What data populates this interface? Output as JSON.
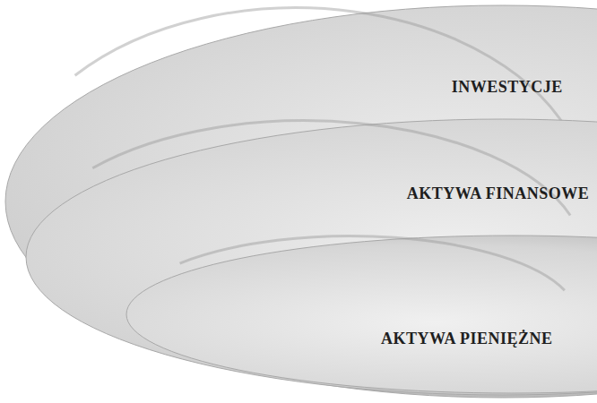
{
  "diagram": {
    "nodes": [
      {
        "text": [
          "INWESTYCJE"
        ]
      },
      {
        "text": [
          "AKTYWA FINANSOWE"
        ],
        "in": 0
      },
      {
        "text": [
          "AKTYWA PIENIĘŻNE"
        ],
        "in": 1
      }
    ]
  }
}
